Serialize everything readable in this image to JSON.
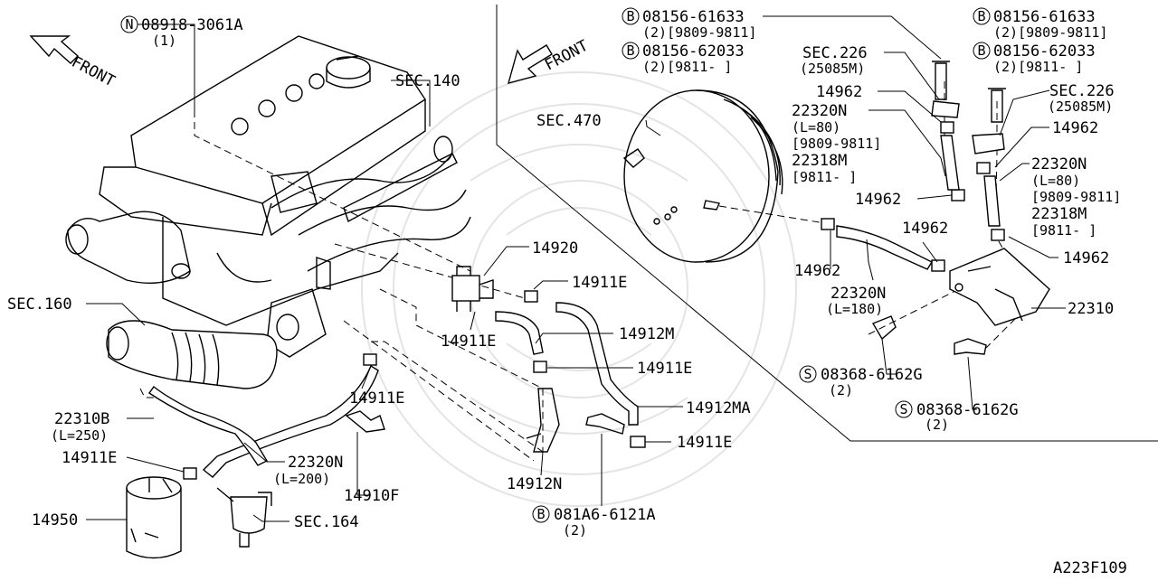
{
  "figure_code": "A223F109",
  "front_labels": [
    "FRONT",
    "FRONT"
  ],
  "labels": {
    "n_bolt": {
      "prefix": "N",
      "code": "08918-3061A",
      "qty": "(1)"
    },
    "sec140": "SEC.140",
    "sec160": "SEC.160",
    "p14920": "14920",
    "p14911e_a": "14911E",
    "p14911e_b": "14911E",
    "p14912m": "14912M",
    "p14911e_c": "14911E",
    "p14911e_d": "14911E",
    "p14912ma": "14912MA",
    "p14911e_e": "14911E",
    "p22310b": {
      "code": "22310B",
      "len": "(L=250)"
    },
    "p14911e_f": "14911E",
    "p22320n_200": {
      "code": "22320N",
      "len": "(L=200)"
    },
    "p14910f": "14910F",
    "p14912n": "14912N",
    "p14950": "14950",
    "sec164": "SEC.164",
    "b_081a6": {
      "prefix": "B",
      "code": "081A6-6121A",
      "qty": "(2)"
    },
    "b_left_1": {
      "prefix": "B",
      "code": "08156-61633",
      "sub": "(2)[9809-9811]"
    },
    "b_left_2": {
      "prefix": "B",
      "code": "08156-62033",
      "sub": "(2)[9811-  ]"
    },
    "sec226_left": {
      "code": "SEC.226",
      "sub": "(25085M)"
    },
    "sec470": "SEC.470",
    "p14962_a": "14962",
    "p22320n_80_left": {
      "code": "22320N",
      "len": "(L=80)",
      "range1": "[9809-9811]",
      "alt": "22318M",
      "range2": "[9811-  ]"
    },
    "p14962_b": "14962",
    "p14962_c": "14962",
    "p14962_d": "14962",
    "p22320n_180": {
      "code": "22320N",
      "len": "(L=180)"
    },
    "b_right_1": {
      "prefix": "B",
      "code": "08156-61633",
      "sub": "(2)[9809-9811]"
    },
    "b_right_2": {
      "prefix": "B",
      "code": "08156-62033",
      "sub": "(2)[9811-  ]"
    },
    "sec226_right": {
      "code": "SEC.226",
      "sub": "(25085M)"
    },
    "p14962_e": "14962",
    "p22320n_80_right": {
      "code": "22320N",
      "len": "(L=80)",
      "range1": "[9809-9811]",
      "alt": "22318M",
      "range2": "[9811-  ]"
    },
    "p14962_f": "14962",
    "p22310": "22310",
    "s_left": {
      "prefix": "S",
      "code": "08368-6162G",
      "qty": "(2)"
    },
    "s_right": {
      "prefix": "S",
      "code": "08368-6162G",
      "qty": "(2)"
    }
  }
}
